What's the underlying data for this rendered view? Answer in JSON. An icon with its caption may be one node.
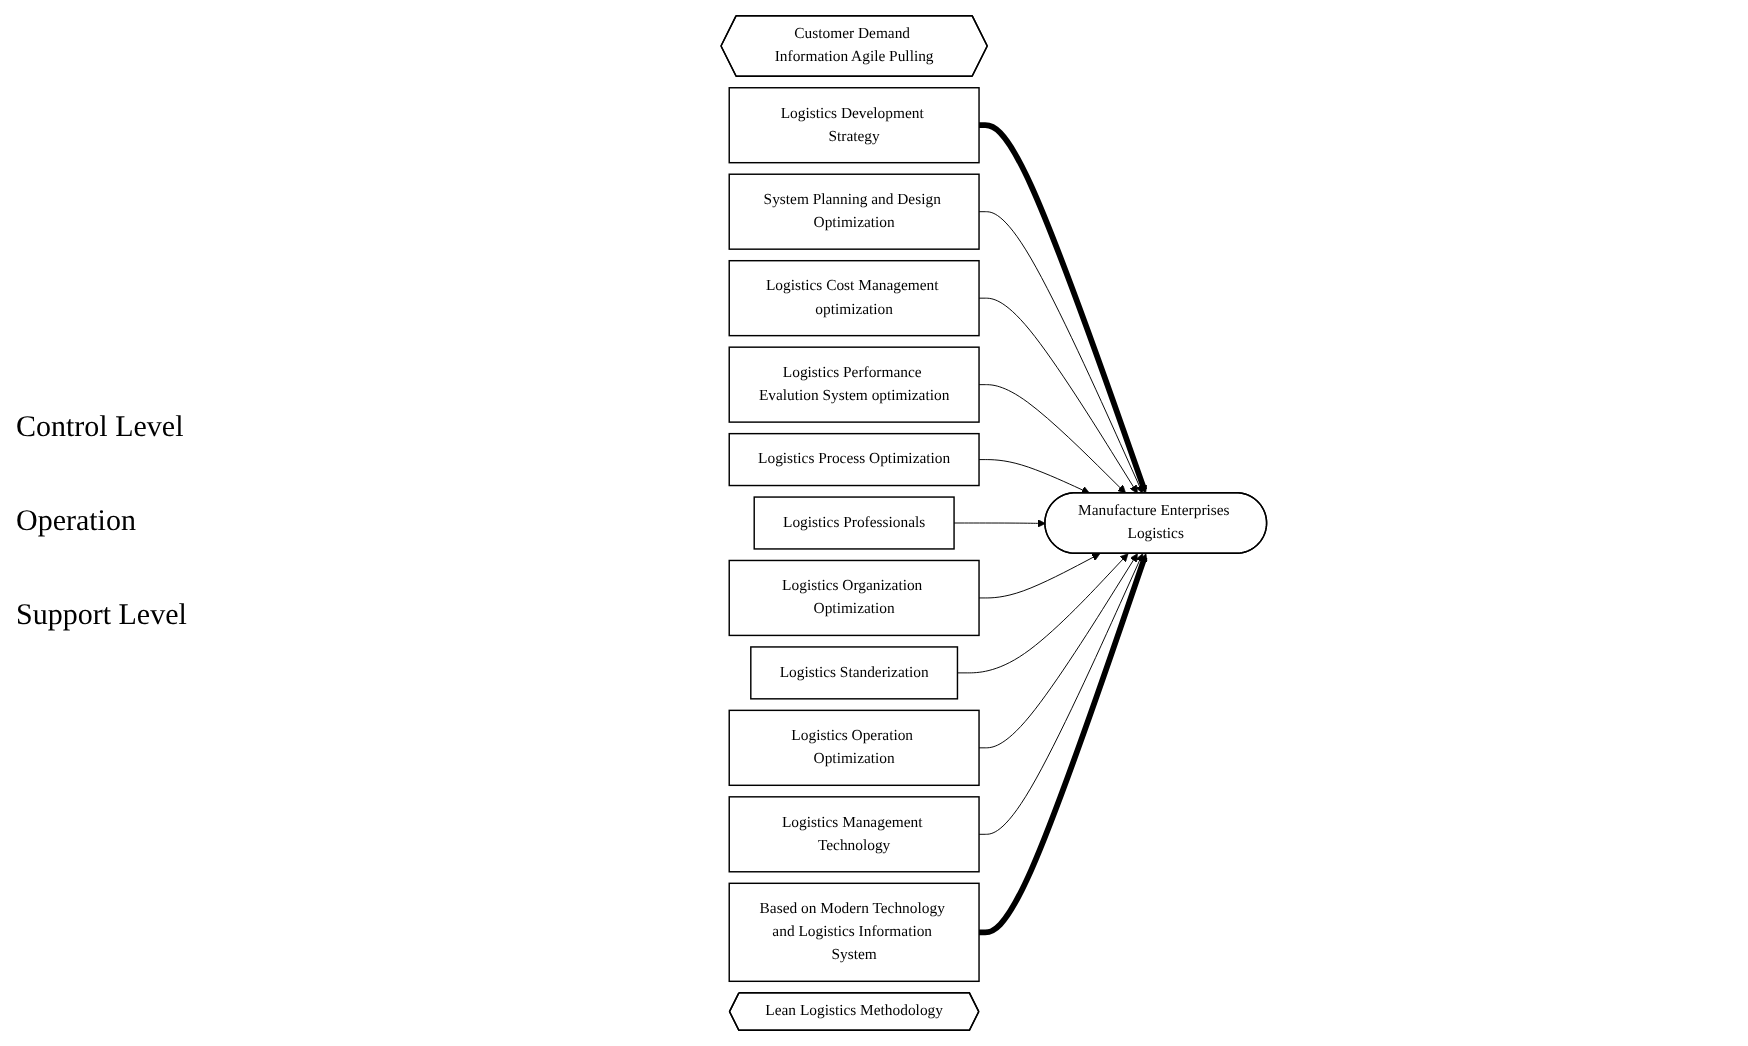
{
  "diagram": {
    "nodes": [
      {
        "text": [
          "Customer Demand Information Agile Pulling"
        ]
      },
      {
        "text": [
          "Logistics Development Strategy"
        ]
      },
      {
        "text": [
          "System Planning and Design Optimization"
        ]
      },
      {
        "text": [
          "Logistics Cost Management optimization"
        ]
      },
      {
        "text": [
          "Logistics Performance Evalution System optimization"
        ]
      },
      {
        "text": [
          "Logistics Process Optimization"
        ]
      },
      {
        "text": [
          "Manufacture Enterprises Logistics"
        ]
      },
      {
        "text": [
          "Logistics Professionals"
        ]
      },
      {
        "text": [
          "Logistics Organization Optimization"
        ]
      },
      {
        "text": [
          "Logistics Standerization"
        ]
      },
      {
        "text": [
          "Logistics Operation Optimization"
        ]
      },
      {
        "text": [
          "Logistics Management Technology"
        ]
      },
      {
        "text": [
          "Based on Modern Technology and Logistics Information System"
        ]
      },
      {
        "text": [
          "Lean Logistics Methodology"
        ]
      }
    ],
    "edges": [
      {
        "from": 1,
        "to": 6,
        "arrow": "to",
        "style": "thick"
      },
      {
        "from": 2,
        "to": 6,
        "arrow": "to"
      },
      {
        "from": 3,
        "to": 6,
        "arrow": "to"
      },
      {
        "from": 4,
        "to": 6,
        "arrow": "to"
      },
      {
        "from": 5,
        "to": 6,
        "arrow": "to"
      },
      {
        "from": 7,
        "to": 6,
        "arrow": "to"
      },
      {
        "from": 8,
        "to": 6,
        "arrow": "to"
      },
      {
        "from": 9,
        "to": 6,
        "arrow": "to"
      },
      {
        "from": 10,
        "to": 6,
        "arrow": "to"
      },
      {
        "from": 11,
        "to": 6,
        "arrow": "to"
      },
      {
        "from": 12,
        "to": 6,
        "arrow": "to",
        "style": "thick"
      }
    ],
    "labels": [
      "Control Level",
      "Operation",
      "Support Level"
    ]
  }
}
